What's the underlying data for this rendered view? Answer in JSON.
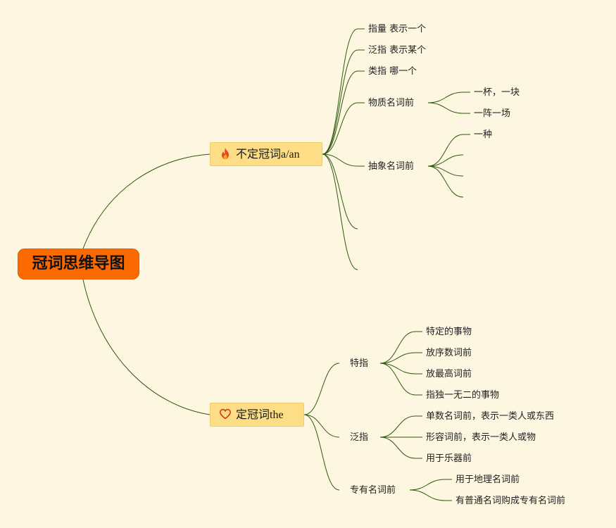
{
  "root": {
    "label": "冠词思维导图"
  },
  "indefinite": {
    "label": "不定冠词a/an",
    "icon": "fire-icon",
    "children": [
      "指量 表示一个",
      "泛指 表示某个",
      "类指 哪一个",
      "物质名词前",
      "抽象名词前"
    ],
    "material": [
      "一杯，一块",
      "一阵一场"
    ],
    "abstract": [
      "一种"
    ]
  },
  "definite": {
    "label": "定冠词the",
    "icon": "heart-outline-icon",
    "specific": {
      "label": "特指",
      "children": [
        "特定的事物",
        "放序数词前",
        "放最高词前",
        "指独一无二的事物"
      ]
    },
    "generic": {
      "label": "泛指",
      "children": [
        "单数名词前，表示一类人或东西",
        "形容词前，表示一类人或物",
        "用于乐器前"
      ]
    },
    "proper": {
      "label": "专有名词前",
      "children": [
        "用于地理名词前",
        "有普通名词购成专有名词前"
      ]
    }
  },
  "colors": {
    "background": "#fdf6e1",
    "root_fill": "#fa6a00",
    "branch_fill": "#fddd85",
    "line": "#2d5a0b",
    "fire": "#e8452c",
    "heart": "#d9341f"
  }
}
